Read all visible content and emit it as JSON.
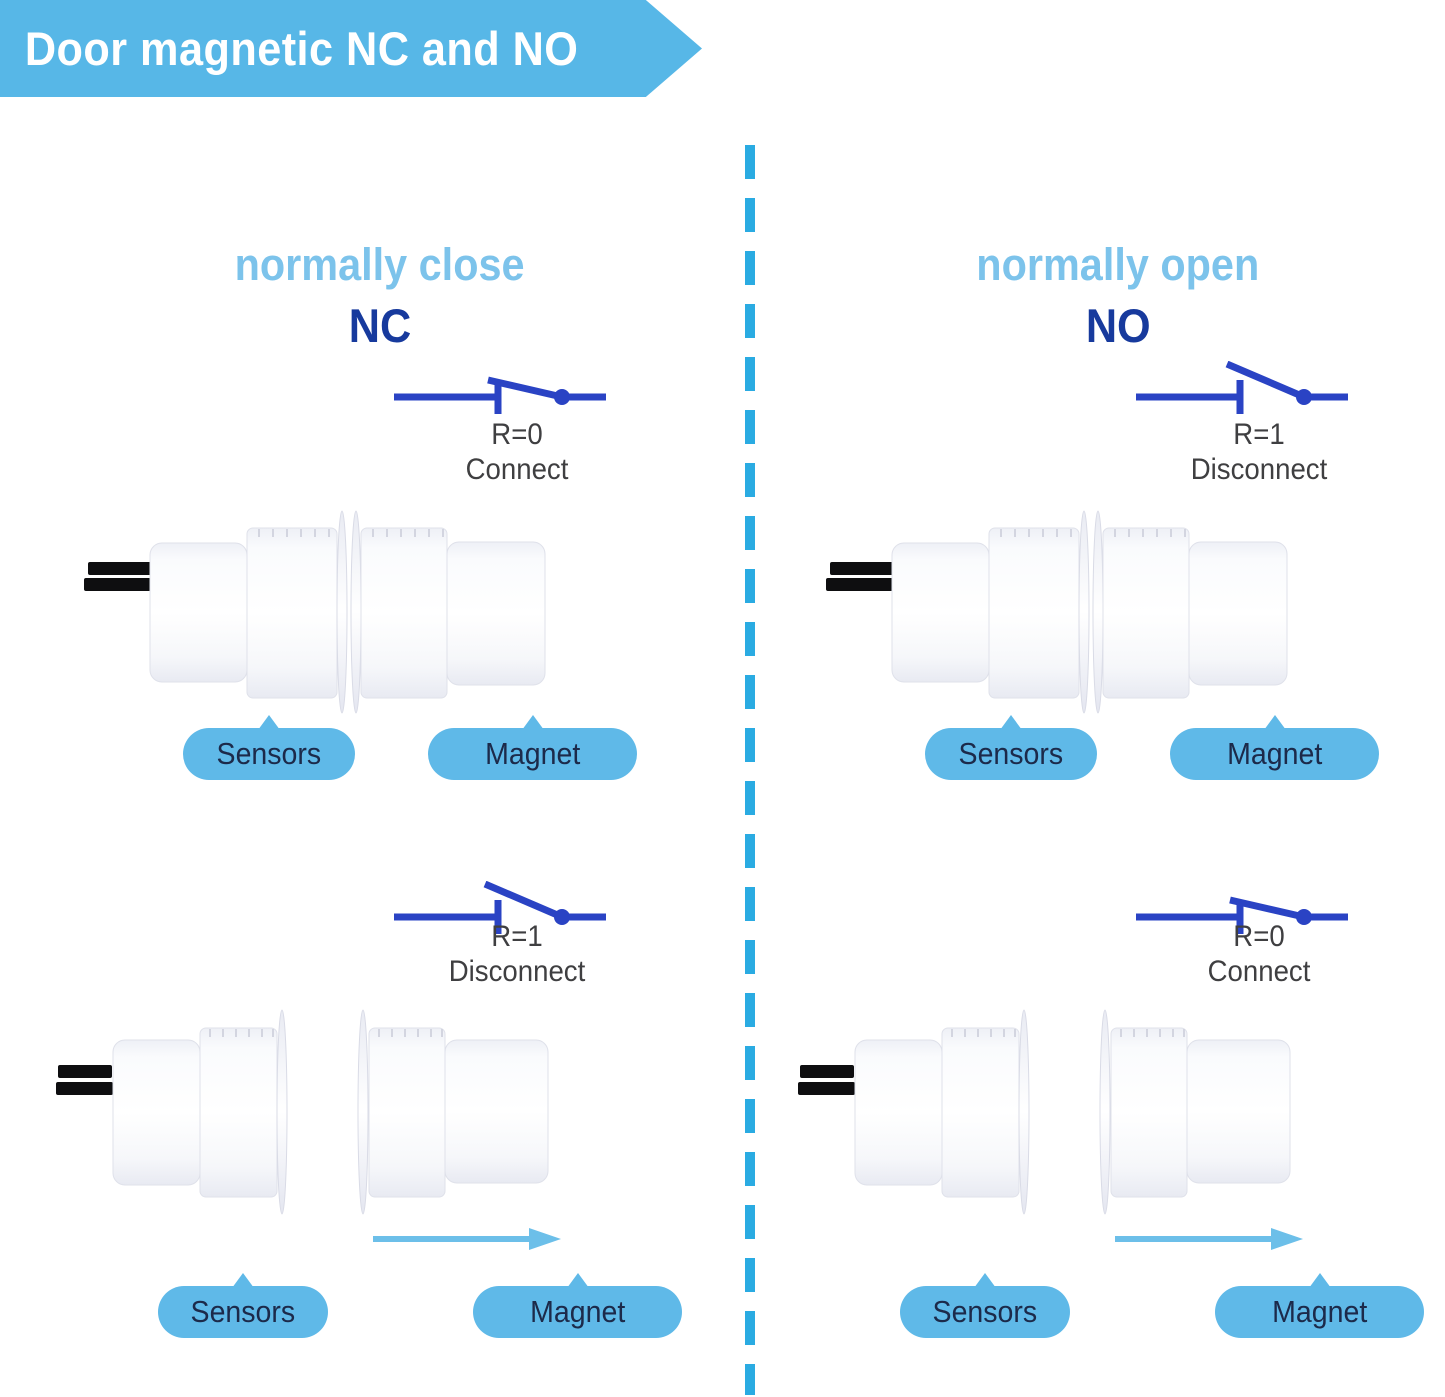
{
  "header": {
    "title": "Door magnetic NC and NO"
  },
  "columns": [
    {
      "subtitle": "normally close",
      "abbr": "NC",
      "panels": [
        {
          "switch_state": "closed",
          "r_value": "R=0",
          "state_label": "Connect",
          "arrangement": "attached",
          "sensor_label": "Sensors",
          "magnet_label": "Magnet"
        },
        {
          "switch_state": "open",
          "r_value": "R=1",
          "state_label": "Disconnect",
          "arrangement": "separated",
          "sensor_label": "Sensors",
          "magnet_label": "Magnet"
        }
      ]
    },
    {
      "subtitle": "normally open",
      "abbr": "NO",
      "panels": [
        {
          "switch_state": "open",
          "r_value": "R=1",
          "state_label": "Disconnect",
          "arrangement": "attached",
          "sensor_label": "Sensors",
          "magnet_label": "Magnet"
        },
        {
          "switch_state": "closed",
          "r_value": "R=0",
          "state_label": "Connect",
          "arrangement": "separated",
          "sensor_label": "Sensors",
          "magnet_label": "Magnet"
        }
      ]
    }
  ],
  "colors": {
    "banner_blue": "#57b7e7",
    "accent_cyan": "#2aabe2",
    "subtitle_blue": "#7cc3eb",
    "abbr_navy": "#173a9d",
    "switch_blue": "#2a43c4",
    "pill_blue": "#5fb9e8",
    "label_navy": "#1c2a4a",
    "text_gray": "#3f3f41",
    "arrow_blue": "#6cbfe9"
  }
}
